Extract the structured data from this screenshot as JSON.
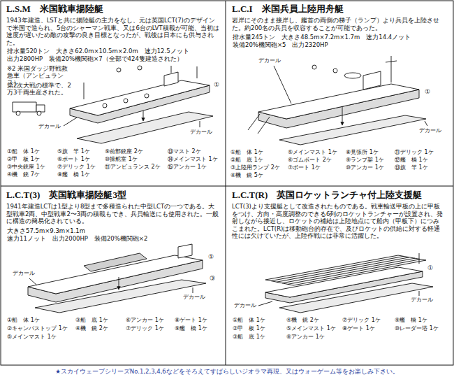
{
  "diagram": {
    "caption": "★スカイウェーブシリーズNo.1,2,3,4,6などをそろえてすばらしいジオラマ再現、又はウォーゲーム等をお楽しみ下さい。",
    "nodes": [
      {
        "text": [
          "L.S.M　米国戦車揚陸艇",
          "1943年建造、LSTと共に揚陸艇の主力をなし、元は英国LCT(7)のデザインで米国で造られ、5台のシャーマン戦車、又は6台のLVT積載が可能、当初は速度が遅いため敵の攻撃の良き目標となったが、戦後は日本にも供与された。"
        ]
      },
      {
        "text": [
          "L.C.I　米国兵員上陸用舟艇",
          "岩岸にそのまま接岸し、艦首の両側の梯子（ランプ）より兵員を上陸させた。約200名の兵員を収容することが可能であった。"
        ]
      },
      {
        "text": [
          "L.C.T(3)　英国戦車揚陸艇3型",
          "1941年建造LCTは1型より8型まで多種造られた中型LCTの一つである。大型戦車2両、中型戦車2〜3両の積載もでき、兵員輸送にも使用された。一般に構造の簡易化されている。"
        ]
      },
      {
        "text": [
          "L.C.T(R)　英国ロケットランチャ付上陸支援艇",
          "LCT(3)より支援艇として改造されたものである。戦車輸送甲板の上に甲板をつけ、方向・高度調整のできる6列のロケットランチャーが設置され、発射しながら接近し、ロケットの補給は上陸地点にて船内（甲板下）につみこまれた。LCT(R)は移動砲台的存在で、及びロケットの供給に対する軽通性には欠けていたが、上陸作戦には非常に活躍した。"
        ]
      }
    ],
    "labels": [
      "排水量520トン　大きさ62.0m×10.5m×2.0m　速力12.5ノット",
      "出力2800HP　装備20%機関砲×7（全部で424隻建造された）",
      "※2 米国ダッジ野戦救急車（アンビュランス）",
      "第2次大戦の標準で、2万3千両生産された。",
      "デカール",
      "デカール",
      "①",
      "①船　体 1ケ",
      "⑤旗　竿 1ケ",
      "⑨前部銃座 2ケ",
      "⑬マスト 2ケ",
      "②甲　板 1ケ",
      "⑥ボート 1ケ",
      "⑩操舵室 1ケ",
      "⑭メインマスト 1ケ",
      "③中央銃座 1ケ",
      "⑦デリック 1ケ",
      "⑪アンビュランス 2ケ",
      "⑮アンカー 1ケ",
      "④機　銃 7ケ",
      "⑧艦　橋 1ケ",
      "排水量245トン　大きさ48.5m×7.2m×1.7m　速力14.4ノット",
      "装備20%機関砲×5　出力2320HP",
      "デカール",
      "デカール",
      "①",
      "①船　体 1ケ",
      "⑤メインマスト 1ケ",
      "⑧見張所 1ケ",
      "⑪デリック 1ケ",
      "②船　底 1ケ",
      "⑥ゴムボート 2ケ",
      "⑨ランプ架 1ケ",
      "⑫艦　橋 1ケ",
      "③上陸用ランプ 2ケ",
      "⑦ボート 1ケ",
      "⑩アンカー 1ケ",
      "⑬旗　竿 1ケ",
      "④機　銃 5ケ",
      "大きさ57.5m×9.3m×1.1m",
      "速力11ノット　出力2000HP　装備20%機関砲×2",
      "デカール",
      "デカール",
      "①",
      "③",
      "①船　体 1ケ",
      "③船　底 1ケ",
      "⑥アンカー 1ケ",
      "⑧ゲート 1ケ",
      "②キャンバストップ 1ケ",
      "④機　銃 2ケ",
      "⑦デリック 1ケ",
      "⑨艦　橋 1ケ",
      "⑤メインマスト 1ケ",
      "デカール",
      "デカール",
      "①",
      "①船　体 1ケ",
      "④機　銃 2ケ",
      "⑦デリック 1ケ",
      "⑨艦　橋 1ケ",
      "②甲　板 1ケ",
      "⑤メインマスト 1ケ",
      "⑧ゲート 1ケ",
      "⑩レーダー塔 1ケ",
      "③船　底 1ケ",
      "⑥アンカー 1ケ"
    ]
  }
}
